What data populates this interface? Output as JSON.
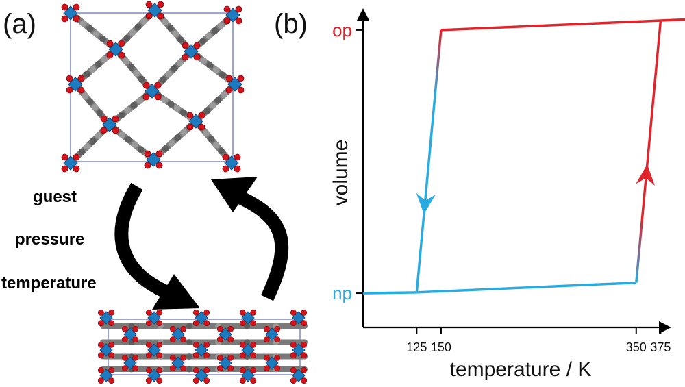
{
  "panel_a": {
    "label": "(a)",
    "stimuli": [
      "guest",
      "pressure",
      "temperature"
    ]
  },
  "panel_b": {
    "label": "(b)"
  },
  "chart_data": {
    "type": "line",
    "xlabel": "temperature / K",
    "ylabel": "volume",
    "x_ticks": [
      125,
      150,
      350,
      375
    ],
    "y_ticks": [
      "np",
      "op"
    ],
    "y_tick_values": [
      0,
      1
    ],
    "xlim": [
      70,
      400
    ],
    "ylim": [
      -0.13,
      1.07
    ],
    "grid": false,
    "series": [
      {
        "x": [
          70,
          125,
          150,
          400
        ],
        "y": [
          0,
          0.003,
          1,
          1.04
        ],
        "segments": [
          {
            "x": [
              70,
              125
            ],
            "y": [
              0,
              0.003
            ],
            "color": "#29abe2"
          },
          {
            "x": [
              125,
              150
            ],
            "y": [
              0.003,
              1
            ],
            "color": "#29abe2",
            "direction": "down"
          },
          {
            "x": [
              150,
              400
            ],
            "y": [
              1,
              1.04
            ],
            "color": "#e0242b"
          }
        ]
      },
      {
        "x": [
          125,
          350,
          375,
          400
        ],
        "y": [
          0.003,
          0.04,
          1.035,
          1.04
        ],
        "segments": [
          {
            "x": [
              125,
              350
            ],
            "y": [
              0.003,
              0.04
            ],
            "color": "#29abe2"
          },
          {
            "x": [
              350,
              375
            ],
            "y": [
              0.04,
              1.035
            ],
            "color": "#e0242b",
            "direction": "up"
          }
        ]
      }
    ],
    "colors": {
      "op": "#e0242b",
      "np": "#29abe2"
    }
  }
}
